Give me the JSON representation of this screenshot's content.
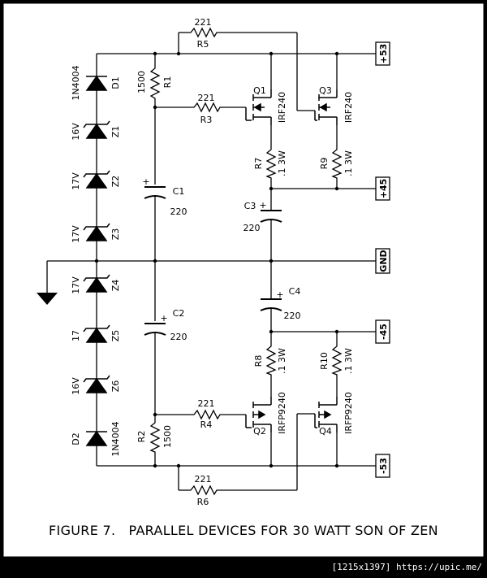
{
  "caption": "FIGURE 7.   PARALLEL DEVICES FOR 30 WATT SON OF ZEN",
  "watermark": "[1215x1397] https://upic.me/",
  "rails": {
    "pos53": "+53",
    "pos45": "+45",
    "gnd": "GND",
    "neg45": "-45",
    "neg53": "-53"
  },
  "components": {
    "D1": {
      "ref": "D1",
      "value": "1N4004"
    },
    "D2": {
      "ref": "D2",
      "value": "1N4004"
    },
    "Z1": {
      "ref": "Z1",
      "value": "16V"
    },
    "Z2": {
      "ref": "Z2",
      "value": "17V"
    },
    "Z3": {
      "ref": "Z3",
      "value": "17V"
    },
    "Z4": {
      "ref": "Z4",
      "value": "17V"
    },
    "Z5": {
      "ref": "Z5",
      "value": "17"
    },
    "Z6": {
      "ref": "Z6",
      "value": "16V"
    },
    "R1": {
      "ref": "R1",
      "value": "1500"
    },
    "R2": {
      "ref": "R2",
      "value": "1500"
    },
    "R3": {
      "ref": "R3",
      "value": "221"
    },
    "R4": {
      "ref": "R4",
      "value": "221"
    },
    "R5": {
      "ref": "R5",
      "value": "221"
    },
    "R6": {
      "ref": "R6",
      "value": "221"
    },
    "R7": {
      "ref": "R7",
      "value": ".1 3W"
    },
    "R8": {
      "ref": "R8",
      "value": ".1 3W"
    },
    "R9": {
      "ref": "R9",
      "value": ".1 3W"
    },
    "R10": {
      "ref": "R10",
      "value": ".1 3W"
    },
    "C1": {
      "ref": "C1",
      "value": "220"
    },
    "C2": {
      "ref": "C2",
      "value": "220"
    },
    "C3": {
      "ref": "C3",
      "value": "220"
    },
    "C4": {
      "ref": "C4",
      "value": "220"
    },
    "Q1": {
      "ref": "Q1",
      "value": "IRF240"
    },
    "Q2": {
      "ref": "Q2",
      "value": "IRFP9240"
    },
    "Q3": {
      "ref": "Q3",
      "value": "IRF240"
    },
    "Q4": {
      "ref": "Q4",
      "value": "IRFP9240"
    }
  },
  "polarity": {
    "plus": "+"
  }
}
